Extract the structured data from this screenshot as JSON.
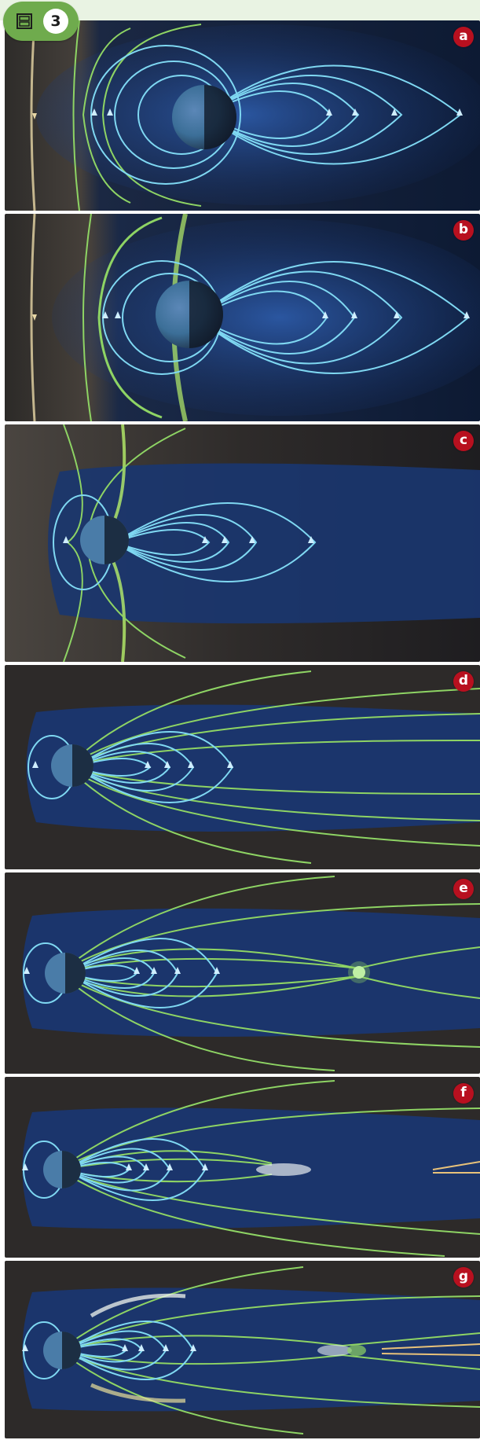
{
  "figure": {
    "number": "3",
    "icon": "figure-icon",
    "accent_color": "#6fab4d"
  },
  "colors": {
    "badge": "#b8101f",
    "field_line_blue": "#7fd8f2",
    "field_line_green": "#8ed464",
    "plasma_glow": "#1f4d96",
    "space": "#0b1628",
    "solar_wind": "#e8d7a6"
  },
  "panels": [
    {
      "label": "a"
    },
    {
      "label": "b"
    },
    {
      "label": "c"
    },
    {
      "label": "d"
    },
    {
      "label": "e"
    },
    {
      "label": "f"
    },
    {
      "label": "g"
    }
  ]
}
